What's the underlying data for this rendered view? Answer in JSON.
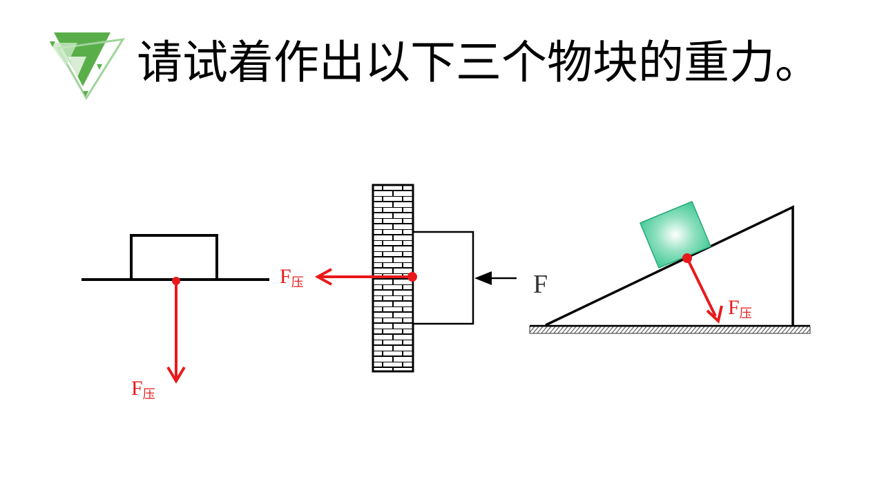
{
  "title": "请试着作出以下三个物块的重力。",
  "colors": {
    "accent": "#e8191b",
    "logo_green": "#5aae4a",
    "block_green": "#2fc48c"
  },
  "force_label": {
    "main": "F",
    "sub": "压"
  },
  "applied_force_label": "F"
}
